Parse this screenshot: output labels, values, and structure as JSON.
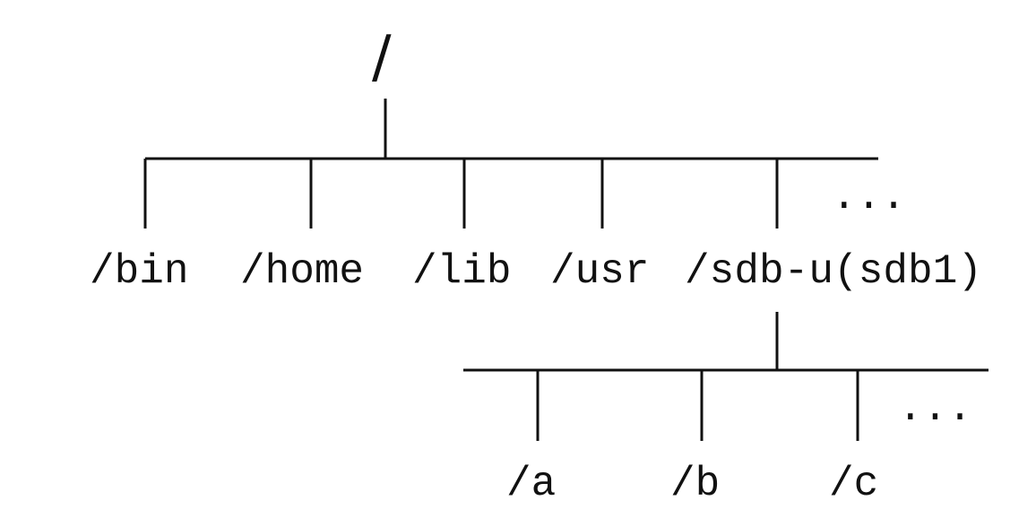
{
  "root": {
    "label": "/"
  },
  "level1": [
    {
      "label": "/bin"
    },
    {
      "label": "/home"
    },
    {
      "label": "/lib"
    },
    {
      "label": "/usr"
    },
    {
      "label": "/sdb-u(sdb1)"
    }
  ],
  "level1_more": "...",
  "level2": [
    {
      "label": "/a"
    },
    {
      "label": "/b"
    },
    {
      "label": "/c"
    }
  ],
  "level2_more": "..."
}
